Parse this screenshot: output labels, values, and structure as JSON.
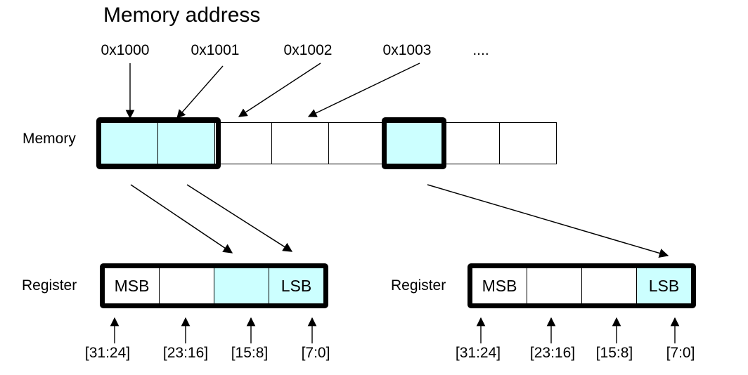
{
  "title": "Memory address",
  "colors": {
    "highlight": "#CCFFFF",
    "line": "#000000",
    "background": "#FFFFFF"
  },
  "memory": {
    "label": "Memory",
    "address_labels": [
      "0x1000",
      "0x1001",
      "0x1002",
      "0x1003"
    ],
    "ellipsis": "....",
    "cells": [
      {
        "highlighted": true
      },
      {
        "highlighted": true
      },
      {
        "highlighted": false
      },
      {
        "highlighted": false
      },
      {
        "highlighted": false
      },
      {
        "highlighted": true
      },
      {
        "highlighted": false
      },
      {
        "highlighted": false
      }
    ]
  },
  "registers": [
    {
      "label": "Register",
      "cells": [
        {
          "text": "MSB",
          "highlighted": false
        },
        {
          "text": "",
          "highlighted": false
        },
        {
          "text": "",
          "highlighted": true
        },
        {
          "text": "LSB",
          "highlighted": true
        }
      ],
      "bit_ranges": [
        "[31:24]",
        "[23:16]",
        "[15:8]",
        "[7:0]"
      ]
    },
    {
      "label": "Register",
      "cells": [
        {
          "text": "MSB",
          "highlighted": false
        },
        {
          "text": "",
          "highlighted": false
        },
        {
          "text": "",
          "highlighted": false
        },
        {
          "text": "LSB",
          "highlighted": true
        }
      ],
      "bit_ranges": [
        "[31:24]",
        "[23:16]",
        "[15:8]",
        "[7:0]"
      ]
    }
  ]
}
